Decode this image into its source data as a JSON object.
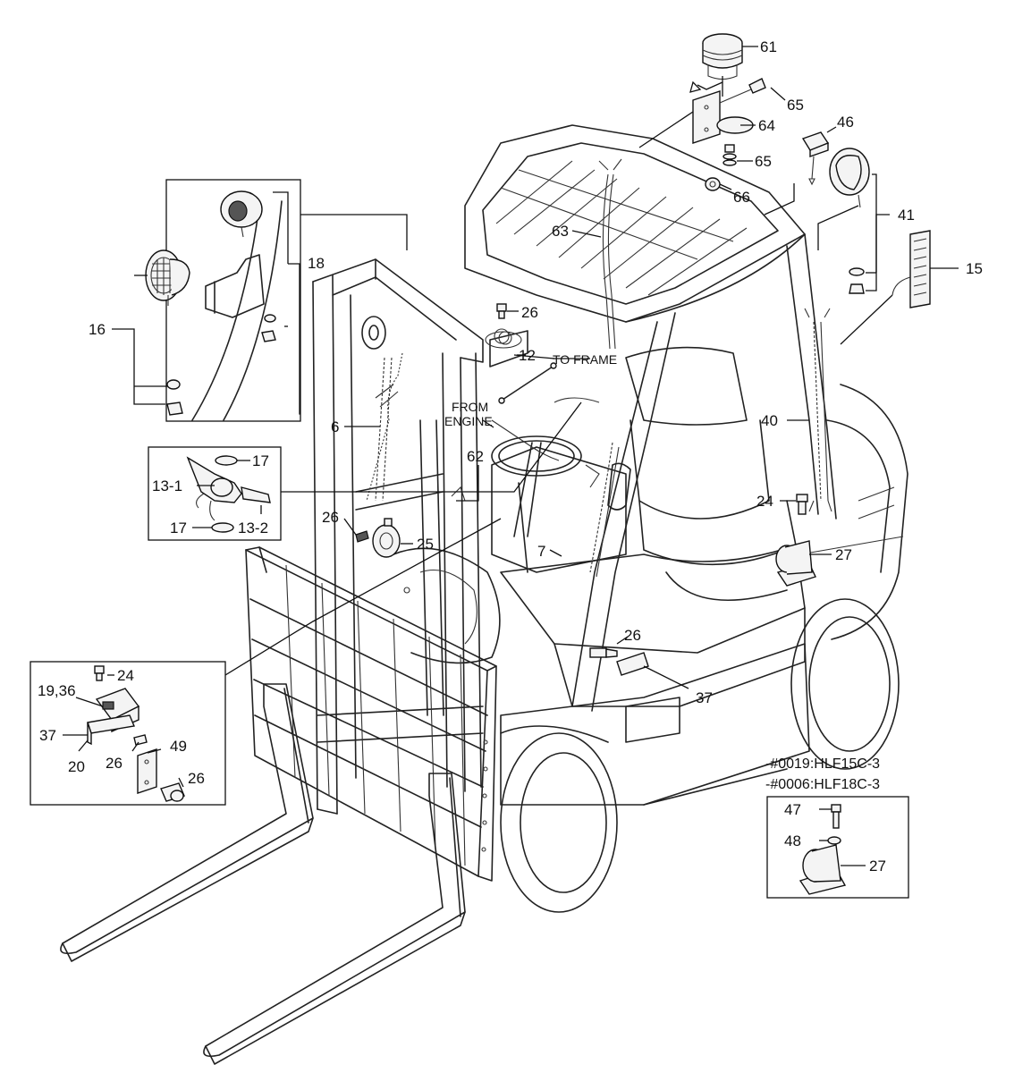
{
  "labels": {
    "p61": "61",
    "p65a": "65",
    "p64": "64",
    "p46": "46",
    "p65b": "65",
    "p66": "66",
    "p41": "41",
    "p15": "15",
    "p63": "63",
    "p18": "18",
    "p16": "16",
    "p26a": "26",
    "p12": "12",
    "to_frame": "TO FRAME",
    "from": "FROM",
    "engine": "ENGINE",
    "p6": "6",
    "p17a": "17",
    "p13_1": "13-1",
    "p17b": "17",
    "p13_2": "13-2",
    "p62": "62",
    "p40": "40",
    "p24a": "24",
    "p27a": "27",
    "p26b": "26",
    "p25": "25",
    "p7": "7",
    "p26c": "26",
    "p37a": "37",
    "p24b": "24",
    "p19_36": "19,36",
    "p37b": "37",
    "p20": "20",
    "p26d": "26",
    "p49": "49",
    "p26e": "26",
    "note1": "-#0019:HLF15C-3",
    "note2": "-#0006:HLF18C-3",
    "p47": "47",
    "p48": "48",
    "p27b": "27"
  }
}
